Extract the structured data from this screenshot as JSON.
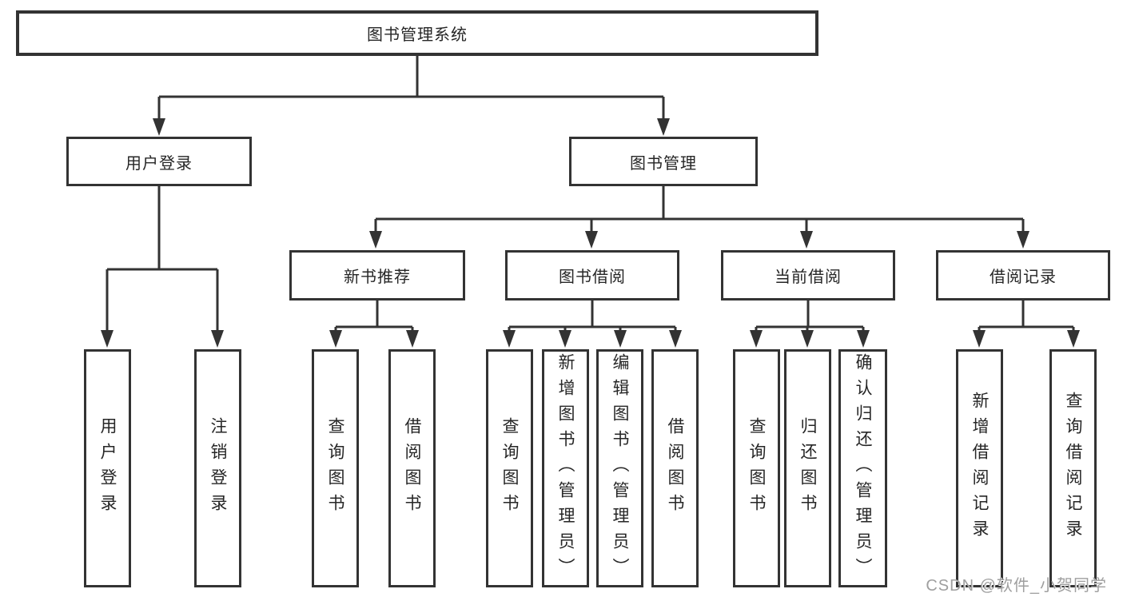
{
  "diagram": {
    "root": {
      "label": "图书管理系统"
    },
    "level2": [
      {
        "label": "用户登录"
      },
      {
        "label": "图书管理"
      }
    ],
    "level3": [
      {
        "label": "新书推荐",
        "parent": "图书管理"
      },
      {
        "label": "图书借阅",
        "parent": "图书管理"
      },
      {
        "label": "当前借阅",
        "parent": "图书管理"
      },
      {
        "label": "借阅记录",
        "parent": "图书管理"
      }
    ],
    "leaves": [
      {
        "label": "用户登录",
        "parent": "用户登录"
      },
      {
        "label": "注销登录",
        "parent": "用户登录"
      },
      {
        "label": "查询图书",
        "parent": "新书推荐"
      },
      {
        "label": "借阅图书",
        "parent": "新书推荐"
      },
      {
        "label": "查询图书",
        "parent": "图书借阅"
      },
      {
        "label": "新增图书（管理员）",
        "parent": "图书借阅"
      },
      {
        "label": "编辑图书（管理员）",
        "parent": "图书借阅"
      },
      {
        "label": "借阅图书",
        "parent": "图书借阅"
      },
      {
        "label": "查询图书",
        "parent": "当前借阅"
      },
      {
        "label": "归还图书",
        "parent": "当前借阅"
      },
      {
        "label": "确认归还（管理员）",
        "parent": "当前借阅"
      },
      {
        "label": "新增借阅记录",
        "parent": "借阅记录"
      },
      {
        "label": "查询借阅记录",
        "parent": "借阅记录"
      }
    ]
  },
  "watermark": {
    "text": "CSDN @软件_小贺同学"
  },
  "colors": {
    "line": "#333333",
    "text": "#262626",
    "watermark": "#9f9f9f",
    "background": "#ffffff"
  }
}
